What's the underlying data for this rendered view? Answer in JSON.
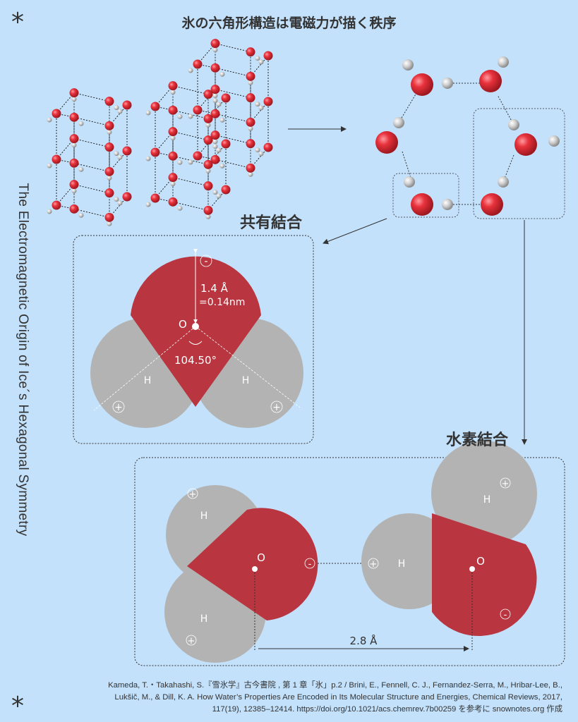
{
  "title": "氷の六角形構造は電磁力が描く秩序",
  "vertical_title": "The Electromagnetic Origin of Ice´s Hexagonal Symmetry",
  "asterisk": "*",
  "covalent": {
    "heading": "共有結合",
    "distance_line1": "1.4 Å",
    "distance_line2": "=0.14nm",
    "angle": "104.50°",
    "oxygen": "O",
    "hydrogen": "H",
    "minus": "-",
    "plus": "+"
  },
  "hydrogen_bond": {
    "heading": "水素結合",
    "distance": "2.8 Å",
    "oxygen": "O",
    "hydrogen": "H",
    "minus": "-",
    "plus": "+"
  },
  "colors": {
    "background": "#c3e1fb",
    "oxygen": "#b9353f",
    "hydrogen": "#b3b3b3",
    "atom_red": "#e8323c"
  },
  "citation": [
    "Kameda, T.・Takahashi, S.『雪氷学』古今書院 , 第 1 章「氷」p.2 / Brini, E., Fennell, C. J., Fernandez-Serra, M., Hribar-Lee, B.,",
    "Lukšič, M., & Dill, K. A. How Water’s Properties Are Encoded in Its Molecular Structure and Energies, Chemical Reviews, 2017,",
    "117(19), 12385–12414. https://doi.org/10.1021/acs.chemrev.7b00259 を参考に snownotes.org 作成"
  ]
}
